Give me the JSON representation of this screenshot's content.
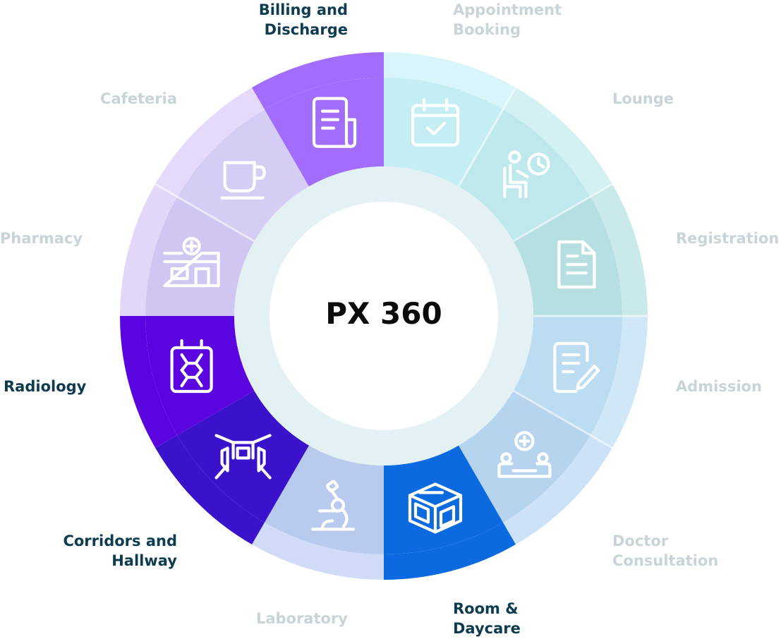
{
  "center": {
    "title": "PX 360"
  },
  "segments": [
    {
      "key": "appointment",
      "lines": [
        "Appointment",
        "Booking"
      ],
      "icon": "calendar-icon",
      "active": false,
      "outer": "#d8f5f9",
      "inner": "#c4eef4"
    },
    {
      "key": "lounge",
      "lines": [
        "Lounge"
      ],
      "icon": "waiting-lounge-icon",
      "active": false,
      "outer": "#d3f0f2",
      "inner": "#bfe8ec"
    },
    {
      "key": "registration",
      "lines": [
        "Registration"
      ],
      "icon": "document-icon",
      "active": false,
      "outer": "#cae9ea",
      "inner": "#b6dfe2"
    },
    {
      "key": "admission",
      "lines": [
        "Admission"
      ],
      "icon": "form-edit-icon",
      "active": false,
      "outer": "#cfe7f7",
      "inner": "#bbdcf1"
    },
    {
      "key": "doctor",
      "lines": [
        "Doctor",
        "Consultation"
      ],
      "icon": "doctor-consultation-icon",
      "active": false,
      "outer": "#cde2f6",
      "inner": "#b7d4ef"
    },
    {
      "key": "room",
      "lines": [
        "Room &",
        "Daycare"
      ],
      "icon": "room-icon",
      "active": true,
      "outer": "#0b6ae0",
      "inner": "#0b6ae0"
    },
    {
      "key": "laboratory",
      "lines": [
        "Laboratory"
      ],
      "icon": "microscope-icon",
      "active": false,
      "outer": "#cfdbf7",
      "inner": "#b9caef"
    },
    {
      "key": "corridors",
      "lines": [
        "Corridors and",
        "Hallway"
      ],
      "icon": "corridor-icon",
      "active": true,
      "outer": "#3b12cc",
      "inner": "#3b12cc"
    },
    {
      "key": "radiology",
      "lines": [
        "Radiology"
      ],
      "icon": "xray-icon",
      "active": true,
      "outer": "#5a05df",
      "inner": "#5a05df"
    },
    {
      "key": "pharmacy",
      "lines": [
        "Pharmacy"
      ],
      "icon": "pharmacy-store-icon",
      "active": false,
      "outer": "#e2d6f9",
      "inner": "#d0c6f1"
    },
    {
      "key": "cafeteria",
      "lines": [
        "Cafeteria"
      ],
      "icon": "coffee-cup-icon",
      "active": false,
      "outer": "#e6dafb",
      "inner": "#d6cdf5"
    },
    {
      "key": "billing",
      "lines": [
        "Billing and",
        "Discharge"
      ],
      "icon": "bill-receipt-icon",
      "active": true,
      "outer": "#a26dfd",
      "inner": "#a26dfd"
    }
  ],
  "colors": {
    "ring": "#e3f1f5",
    "center": "#ffffff",
    "icon": "#ffffff",
    "active_text": "#0d3b4f",
    "inactive_text": "#c9d4d9"
  }
}
